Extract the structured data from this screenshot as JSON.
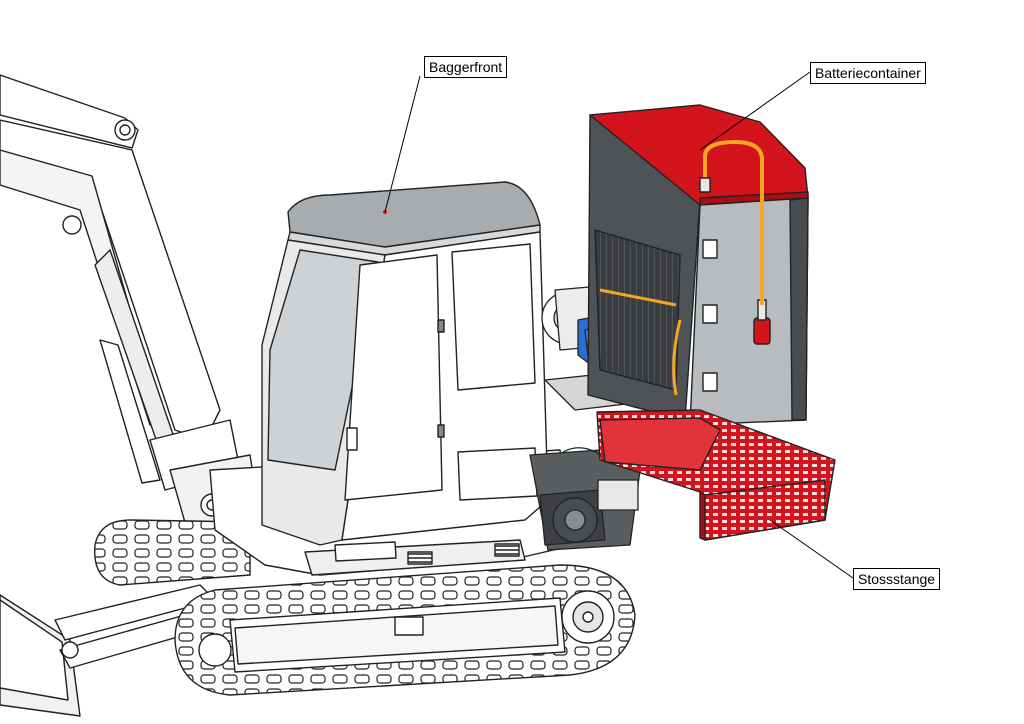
{
  "labels": {
    "front": "Baggerfront",
    "battery": "Batteriecontainer",
    "bumper": "Stossstange"
  },
  "colors": {
    "accent_red": "#d4141c",
    "cable_orange": "#f5a623",
    "pump_blue": "#2a6fd6",
    "steel_grey": "#b9bcbf",
    "dark_panel": "#4a4d50",
    "outline": "#222222"
  }
}
